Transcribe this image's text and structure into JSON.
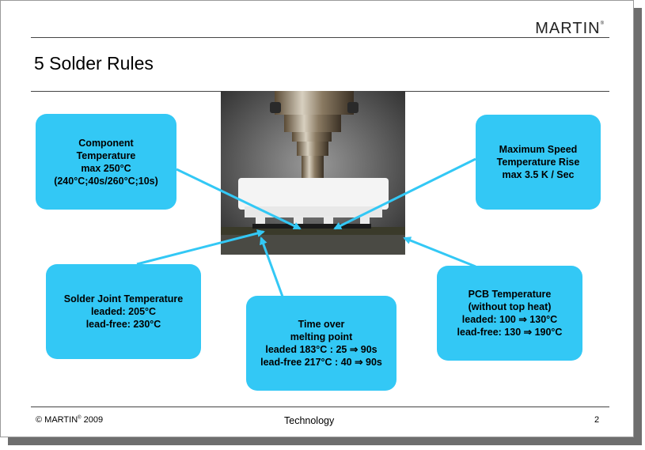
{
  "header": {
    "logo": "MARTIN",
    "title": "5 Solder Rules"
  },
  "callouts": {
    "component": [
      "Component",
      "Temperature",
      "max 250°C",
      "(240°C;40s/260°C;10s)"
    ],
    "speed": [
      "Maximum Speed",
      "Temperature Rise",
      "max 3.5 K / Sec"
    ],
    "joint": [
      "Solder Joint Temperature",
      "leaded: 205°C",
      "lead-free: 230°C"
    ],
    "time": [
      "Time over",
      "melting point",
      "leaded 183°C : 25 ⇒ 90s",
      "lead-free 217°C : 40 ⇒ 90s"
    ],
    "pcb": [
      "PCB  Temperature",
      "(without top heat)",
      "leaded: 100 ⇒ 130°C",
      "lead-free: 130 ⇒ 190°C"
    ]
  },
  "footer": {
    "copyright_symbol": "©",
    "copyright_brand": "MARTIN",
    "copyright_year": "2009",
    "center": "Technology",
    "page": "2"
  },
  "colors": {
    "callout": "#33c8f5",
    "arrow": "#33c8f5"
  }
}
